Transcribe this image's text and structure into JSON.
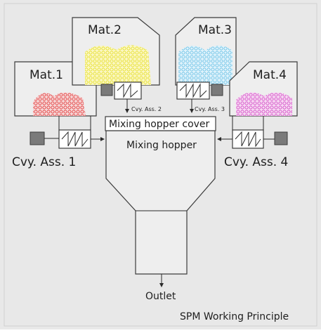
{
  "diagram": {
    "caption": "SPM Working Principle",
    "hopper_cover_label": "Mixing hopper cover",
    "hopper_label": "Mixing hopper",
    "outlet_label": "Outlet",
    "materials": [
      {
        "label": "Mat.1",
        "conveyor_label": "Cvy. Ass. 1",
        "color": "#e23b3b"
      },
      {
        "label": "Mat.2",
        "conveyor_label": "Cvy. Ass. 2",
        "color": "#e8e33a"
      },
      {
        "label": "Mat.3",
        "conveyor_label": "Cvy. Ass. 3",
        "color": "#6cc3e6"
      },
      {
        "label": "Mat.4",
        "conveyor_label": "Cvy. Ass. 4",
        "color": "#d44fc7"
      }
    ],
    "colors": {
      "background": "#e8e8e8",
      "bin_fill": "#eeeeee",
      "outline": "#3c3c3c",
      "motor": "#7a7a7a"
    }
  }
}
